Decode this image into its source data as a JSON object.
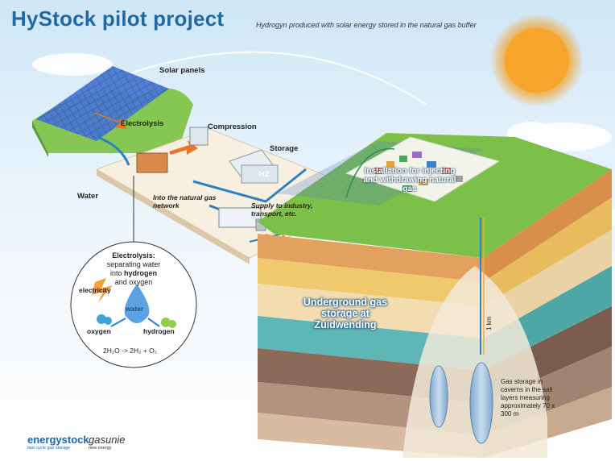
{
  "header": {
    "title": "HyStock pilot project",
    "subtitle": "Hydrogyn produced with solar energy stored in the natural gas buffer"
  },
  "labels": {
    "solar_panels": "Solar panels",
    "electrolysis": "Electrolysis",
    "compression": "Compression",
    "storage": "Storage",
    "h2": "H2",
    "water": "Water",
    "into_network": "Into the natural gas network",
    "supply": "Supply to industry, transport, etc.",
    "installation": "Installation for injecting and withdrawing natural gas",
    "underground": "Underground gas storage at Zuidwending",
    "depth": "1 km",
    "caverns": "Gas storage in caverns in the salt layers measuring approximately 70 x 300 m"
  },
  "inset": {
    "title": "Electrolysis:",
    "line1": "separating water",
    "line2_pre": "into ",
    "line2_bold": "hydrogen",
    "line3": "and oxygen",
    "electricity": "electricity",
    "water": "water",
    "oxygen": "oxygen",
    "hydrogen": "hydrogen",
    "formula": "2H₂O -> 2H₂ + O₂"
  },
  "logos": {
    "energystock": "energystock",
    "energystock_sub": "fast cycle gas storage",
    "gasunie": "gasunie",
    "gasunie_sub": "new energy"
  },
  "colors": {
    "title": "#1f6aa5",
    "sun": "#f39a1e",
    "grass": "#7cc04a",
    "arrow": "#e8742a",
    "pipe": "#2f7fc1"
  }
}
